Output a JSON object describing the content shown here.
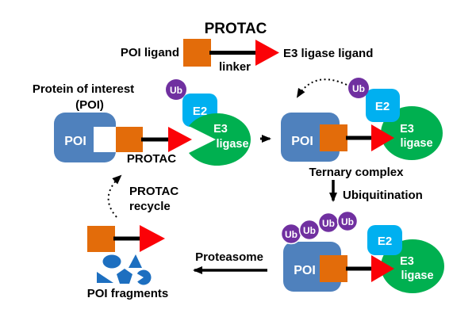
{
  "colors": {
    "poi_blue": "#4f81bd",
    "ligand_orange": "#e36c0a",
    "e3_ligand_red": "#fb0207",
    "e3_green": "#00b050",
    "e2_cyan": "#00b0f0",
    "ub_purple": "#7030a0",
    "fragment_blue": "#1d6fc0",
    "arrow_black": "#000000",
    "background": "#ffffff"
  },
  "top_legend": {
    "title": "PROTAC",
    "poi_ligand": "POI ligand",
    "linker": "linker",
    "e3_ligand": "E3 ligase ligand"
  },
  "poi_unit": {
    "heading1": "Protein of interest",
    "heading2": "(POI)",
    "poi": "POI",
    "protac": "PROTAC"
  },
  "e3_unit": {
    "ub": "Ub",
    "e2": "E2",
    "e3_1": "E3",
    "e3_2": "ligase"
  },
  "ternary": {
    "ub": "Ub",
    "e2": "E2",
    "e3_1": "E3",
    "e3_2": "ligase",
    "poi": "POI",
    "caption": "Ternary complex"
  },
  "ubiquitination_label": "Ubiquitination",
  "ubiquitinated": {
    "ubs": [
      "Ub",
      "Ub",
      "Ub",
      "Ub"
    ],
    "poi": "POI",
    "e2": "E2",
    "e3_1": "E3",
    "e3_2": "ligase"
  },
  "proteasome_label": "Proteasome",
  "recycle": {
    "line1": "PROTAC",
    "line2": "recycle"
  },
  "fragments_caption": "POI fragments"
}
